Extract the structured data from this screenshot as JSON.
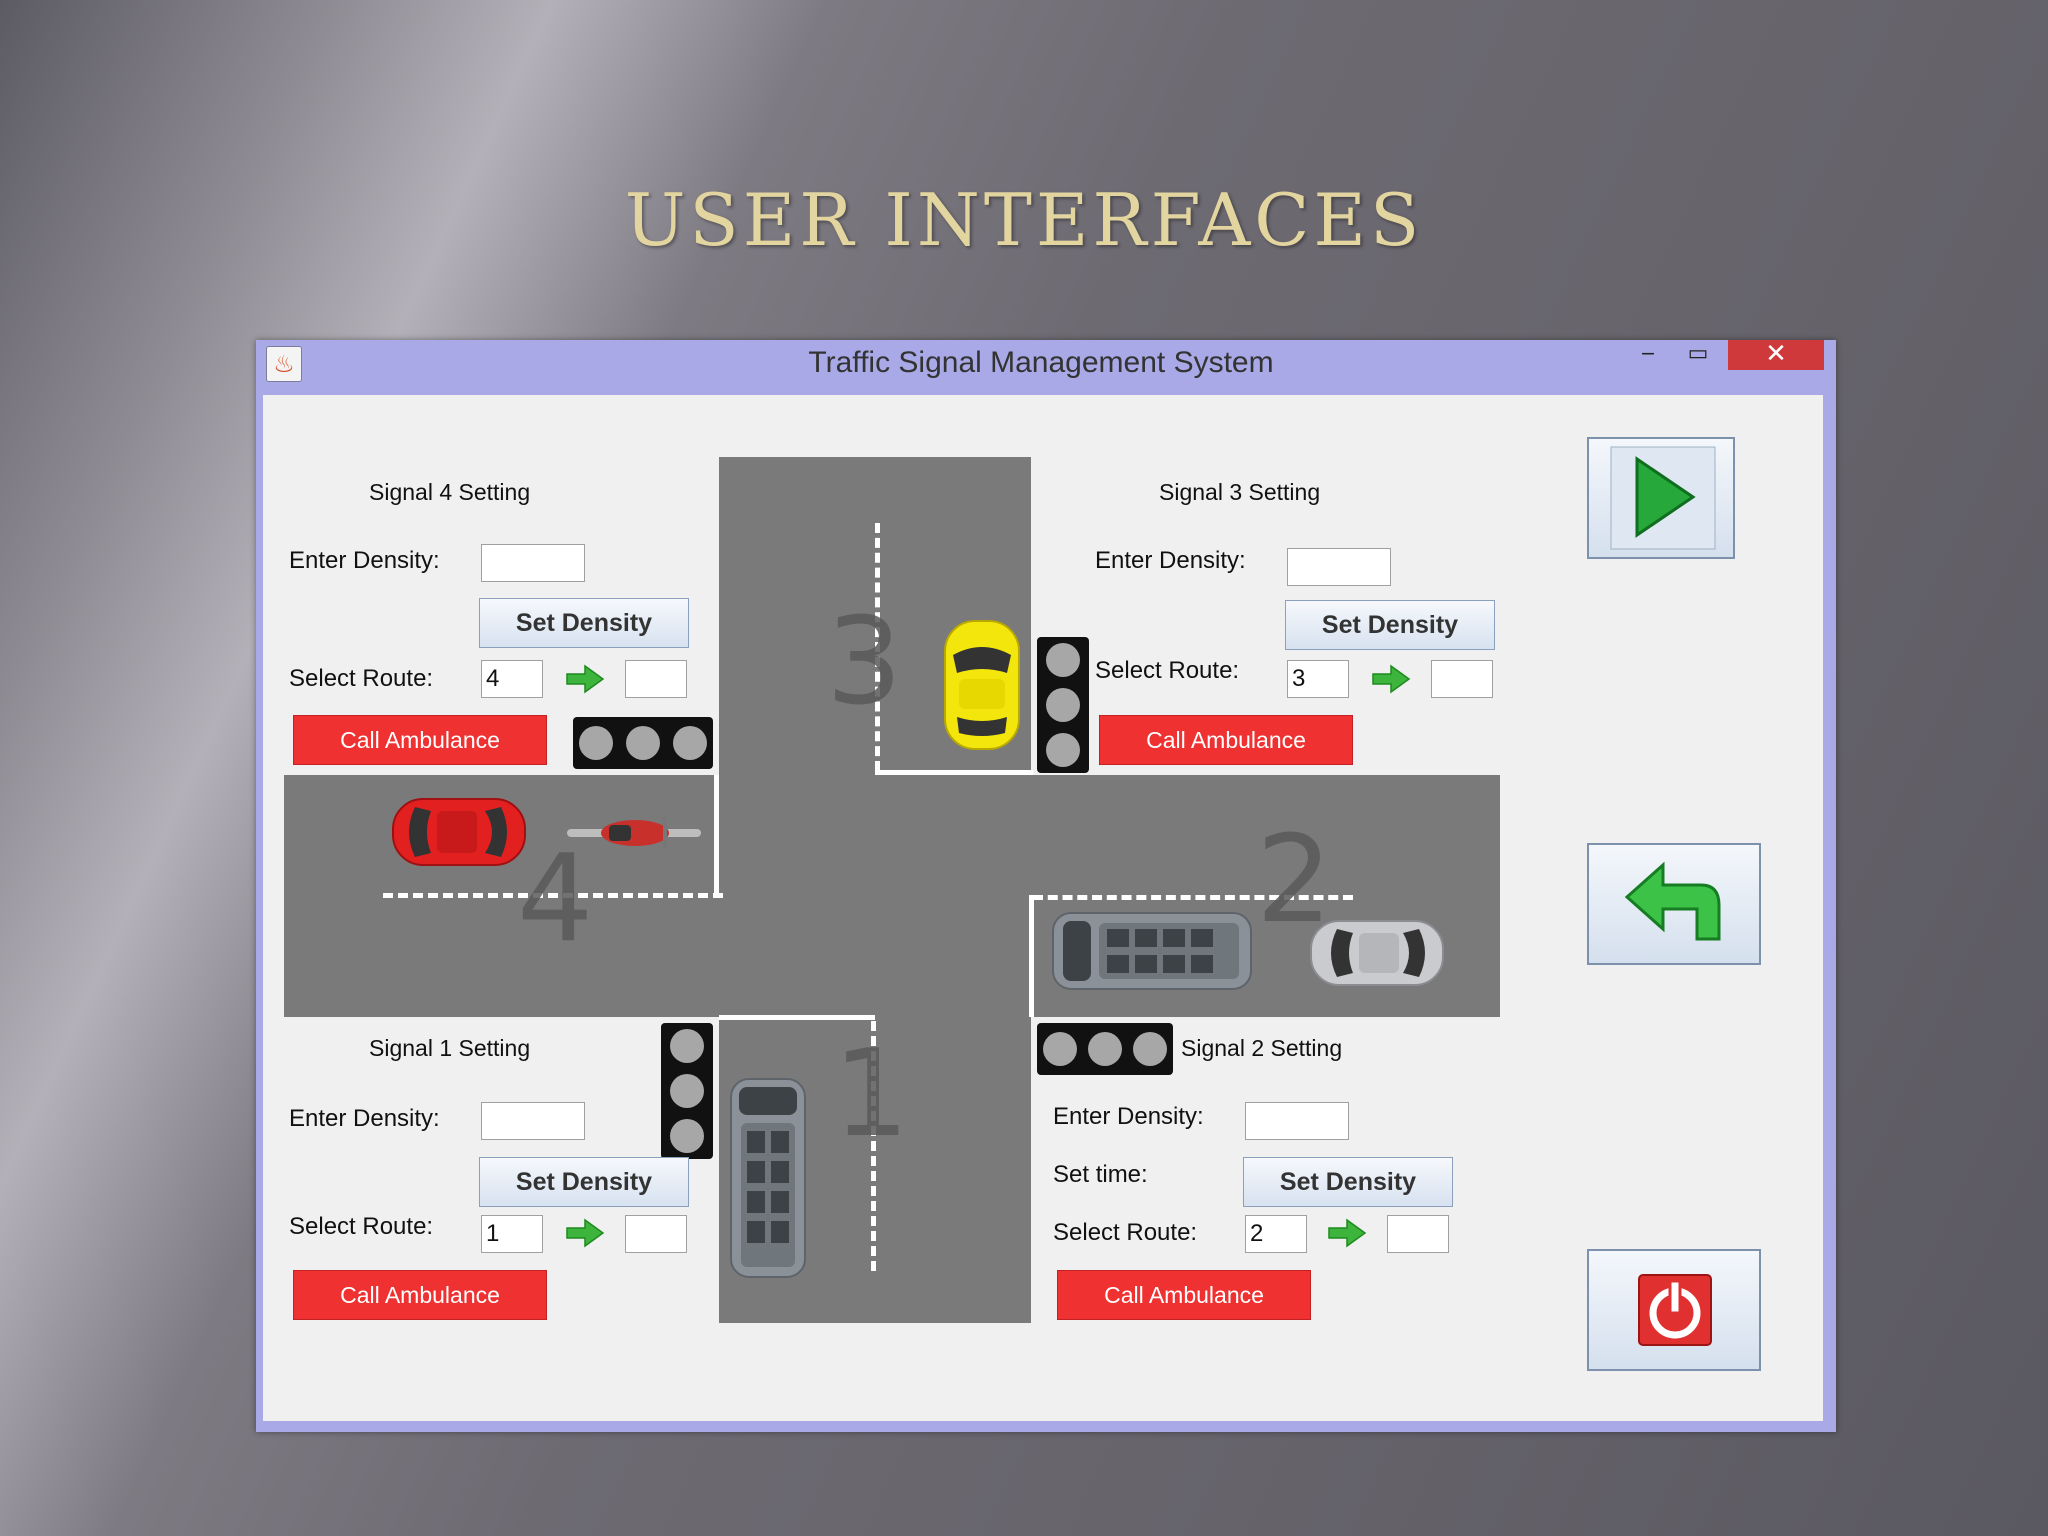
{
  "slide": {
    "title": "USER INTERFACES"
  },
  "window": {
    "title": "Traffic Signal Management System",
    "controls": {
      "minimize": "‒",
      "maximize": "▭",
      "close": "✕"
    }
  },
  "roads": {
    "n1": "1",
    "n2": "2",
    "n3": "3",
    "n4": "4"
  },
  "signals": {
    "s4": {
      "heading": "Signal 4 Setting",
      "density_label": "Enter Density:",
      "set_density": "Set Density",
      "route_label": "Select Route:",
      "route_value": "4",
      "route_target": "",
      "density_value": "",
      "ambulance": "Call Ambulance"
    },
    "s3": {
      "heading": "Signal 3 Setting",
      "density_label": "Enter Density:",
      "set_density": "Set Density",
      "route_label": "Select Route:",
      "route_value": "3",
      "route_target": "",
      "density_value": "",
      "ambulance": "Call Ambulance"
    },
    "s1": {
      "heading": "Signal 1 Setting",
      "density_label": "Enter Density:",
      "set_density": "Set Density",
      "route_label": "Select Route:",
      "route_value": "1",
      "route_target": "",
      "density_value": "",
      "ambulance": "Call Ambulance"
    },
    "s2": {
      "heading": "Signal 2 Setting",
      "density_label": "Enter Density:",
      "time_label": "Set time:",
      "set_density": "Set Density",
      "route_label": "Select Route:",
      "route_value": "2",
      "route_target": "",
      "density_value": "",
      "ambulance": "Call Ambulance"
    }
  },
  "icons": {
    "start": "play-icon",
    "back": "back-arrow-icon",
    "power": "power-icon",
    "route_arrow": "right-arrow-icon"
  },
  "colors": {
    "ambulance": "#ef3131",
    "road": "#7a7a7b",
    "bulb_off": "#a7a7a7",
    "title": "#e3d59f",
    "titlebar": "#a8a9e6"
  }
}
